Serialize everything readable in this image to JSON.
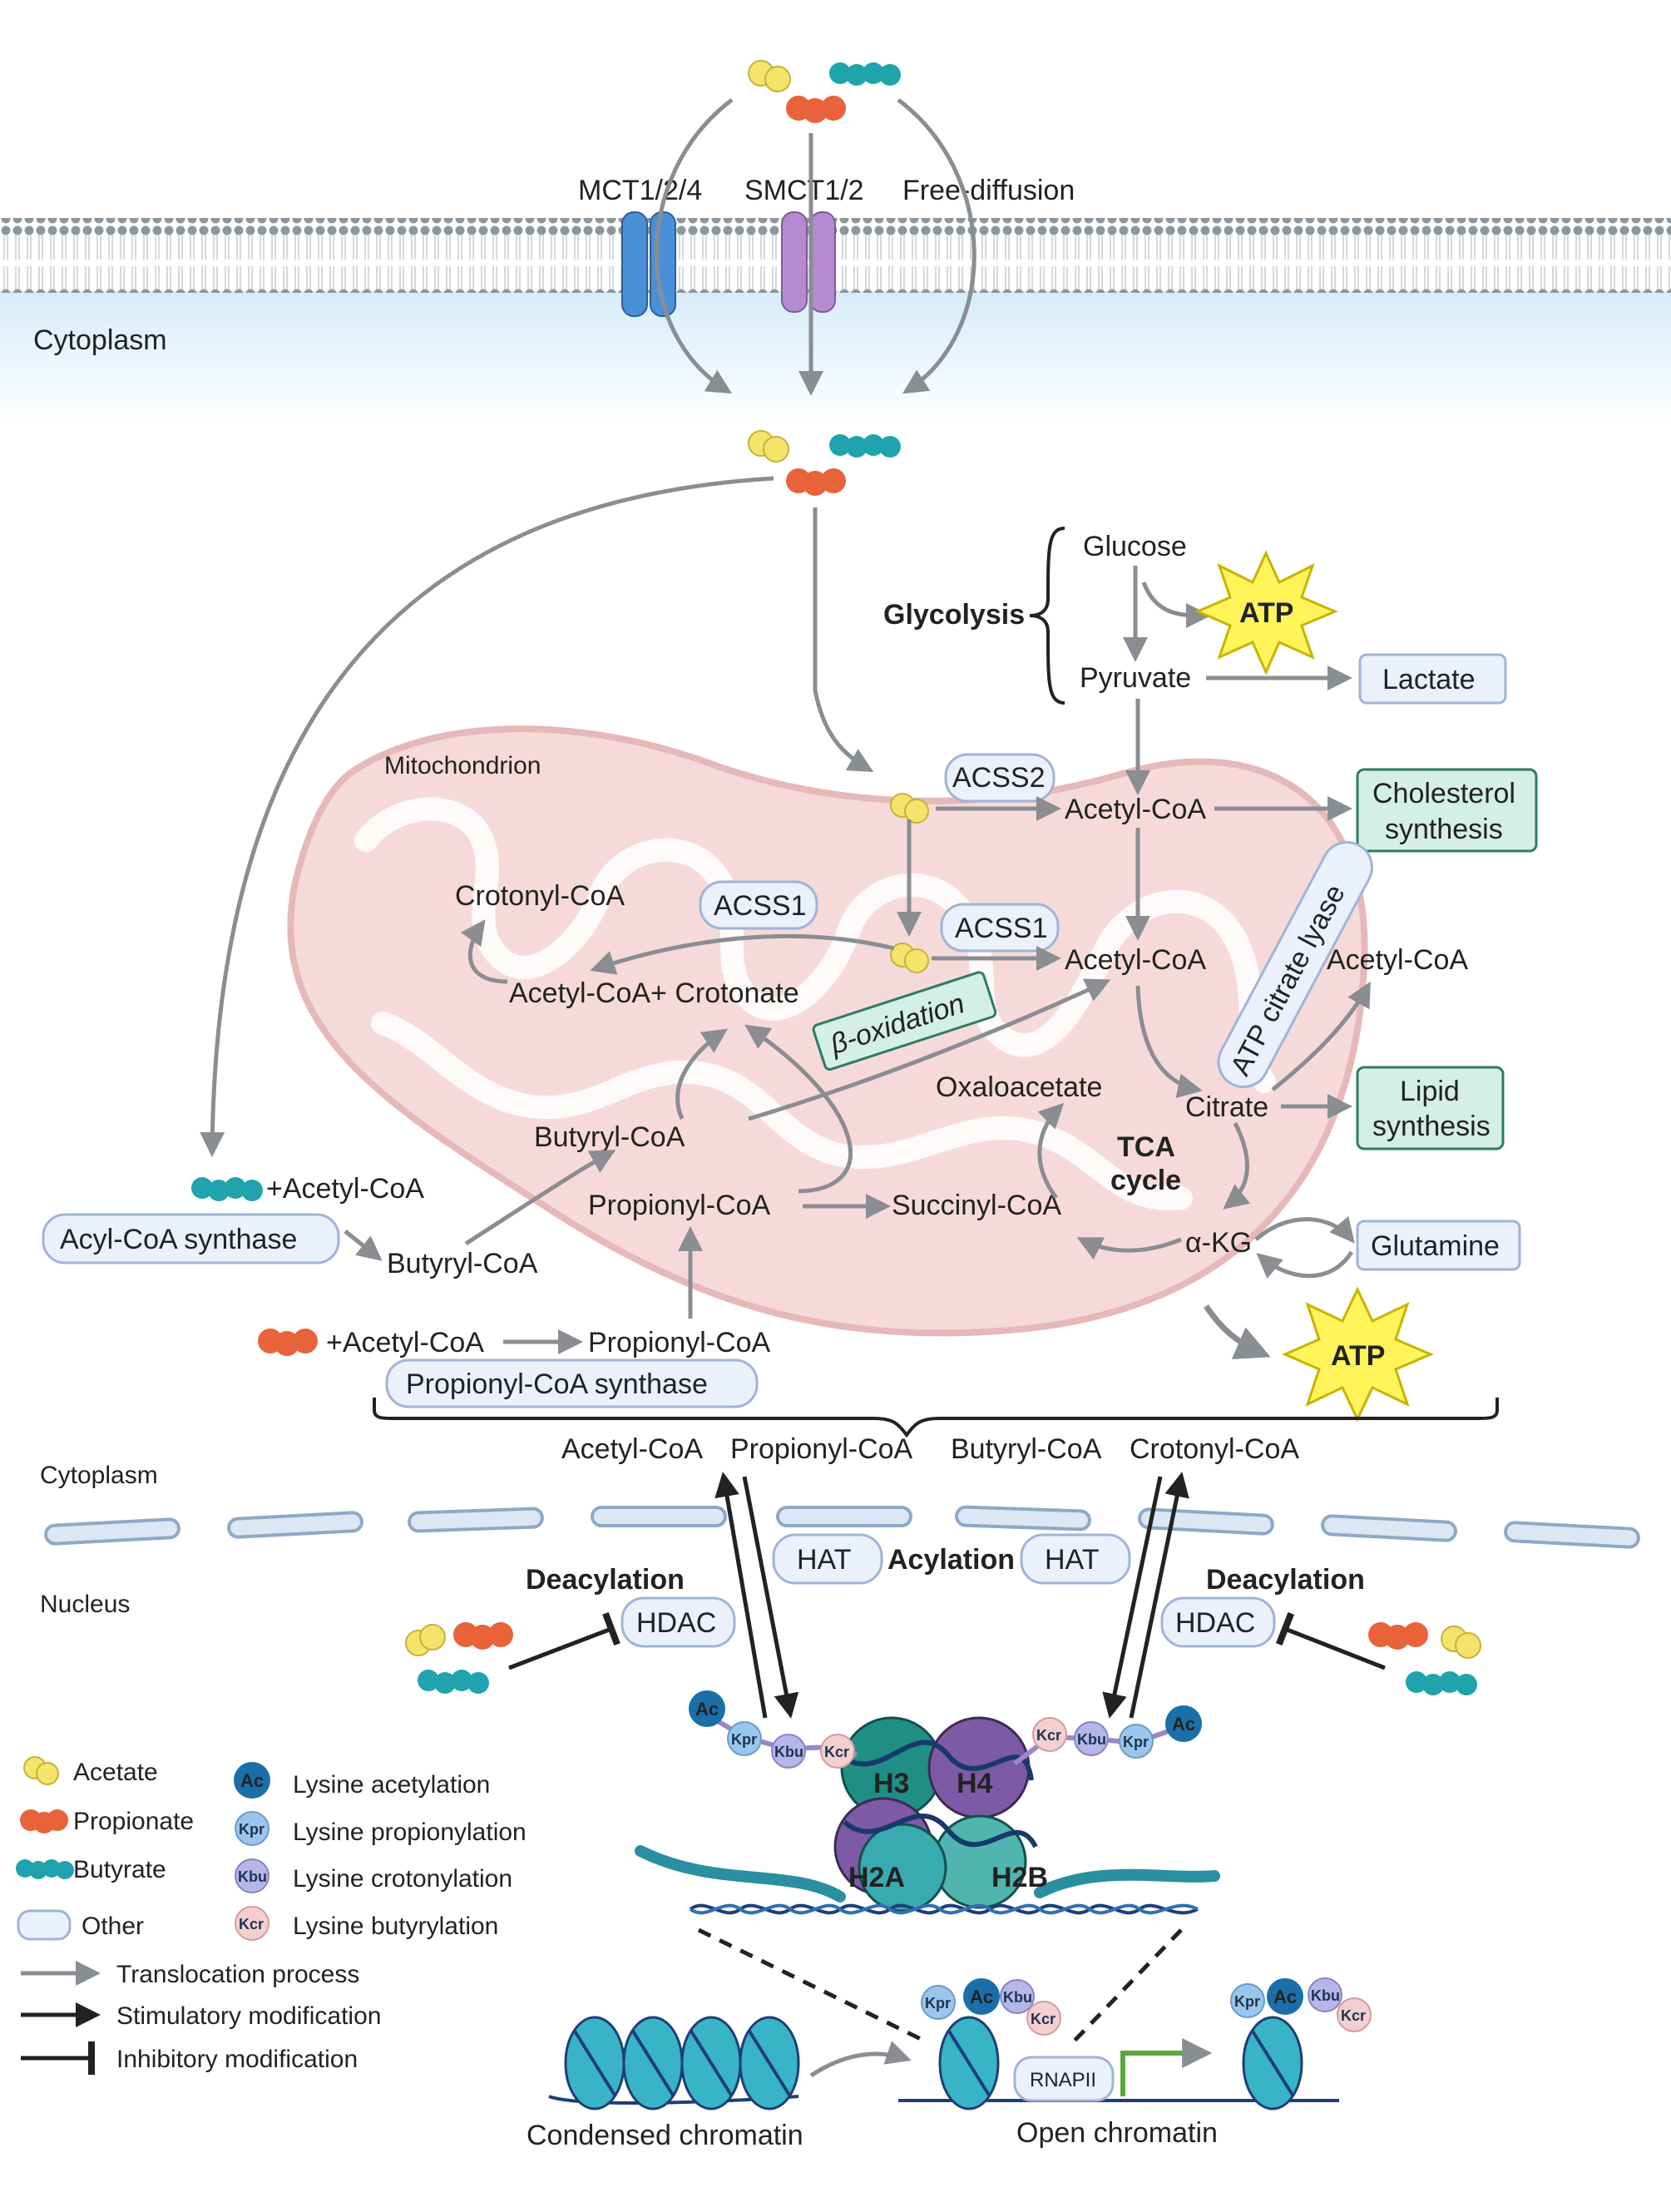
{
  "membrane": {
    "transporters": [
      "MCT1/2/4",
      "SMCT1/2",
      "Free-diffusion"
    ],
    "cytoplasm_label": "Cytoplasm"
  },
  "mitochondrion": {
    "label": "Mitochondrion",
    "crotonyl_coa": "Crotonyl-CoA",
    "acetyl_plus_crotonate": "Acetyl-CoA+ Crotonate",
    "acss1_left": "ACSS1",
    "acss1_right": "ACSS1",
    "acss2": "ACSS2",
    "acetyl_coa_top": "Acetyl-CoA",
    "acetyl_coa_mid": "Acetyl-CoA",
    "beta_oxidation": "β-oxidation",
    "butyryl_coa_in": "Butyryl-CoA",
    "propionyl_coa_in": "Propionyl-CoA",
    "succinyl_coa": "Succinyl-CoA",
    "oxaloacetate": "Oxaloacetate",
    "tca_cycle": "TCA\ncycle",
    "tca_line1": "TCA",
    "tca_line2": "cycle",
    "citrate": "Citrate",
    "akg": "α-KG",
    "atp_citrate_lyase": "ATP citrate lyase",
    "acetyl_coa_out": "Acetyl-CoA"
  },
  "glycolysis": {
    "label": "Glycolysis",
    "glucose": "Glucose",
    "pyruvate": "Pyruvate",
    "atp": "ATP",
    "lactate": "Lactate"
  },
  "outputs": {
    "cholesterol_1": "Cholesterol",
    "cholesterol_2": "synthesis",
    "lipid_1": "Lipid",
    "lipid_2": "synthesis",
    "glutamine": "Glutamine",
    "atp_bottom": "ATP"
  },
  "cytoplasm_side": {
    "plus_acetyl_coa_1": "+Acetyl-CoA",
    "acyl_coa_synthase": "Acyl-CoA synthase",
    "butyryl_coa_out": "Butyryl-CoA",
    "plus_acetyl_coa_2": "+Acetyl-CoA",
    "propionyl_coa_out": "Propionyl-CoA",
    "propionyl_coa_synthase": "Propionyl-CoA synthase"
  },
  "acyl_coa_list": [
    "Acetyl-CoA",
    "Propionyl-CoA",
    "Butyryl-CoA",
    "Crotonyl-CoA"
  ],
  "nucleus": {
    "cytoplasm_label": "Cytoplasm",
    "nucleus_label": "Nucleus",
    "deacylation_left": "Deacylation",
    "deacylation_right": "Deacylation",
    "hdac_left": "HDAC",
    "hdac_right": "HDAC",
    "hat_left": "HAT",
    "hat_right": "HAT",
    "acylation": "Acylation",
    "histones": [
      "H3",
      "H4",
      "H2A",
      "H2B"
    ],
    "marks": {
      "ac": "Ac",
      "kpr": "Kpr",
      "kbu": "Kbu",
      "kcr": "Kcr"
    },
    "rnapii": "RNAPII",
    "condensed": "Condensed chromatin",
    "open": "Open chromatin"
  },
  "legend": {
    "acetate": "Acetate",
    "propionate": "Propionate",
    "butyrate": "Butyrate",
    "other": "Other",
    "lys_ac": "Lysine acetylation",
    "lys_pr": "Lysine propionylation",
    "lys_cr": "Lysine crotonylation",
    "lys_bu": "Lysine butyrylation",
    "translocation": "Translocation process",
    "stimulatory": "Stimulatory modification",
    "inhibitory": "Inhibitory modification"
  },
  "colors": {
    "acetate": "#f5e36a",
    "propionate": "#e8623a",
    "butyrate": "#1fa3ad",
    "box_fill": "#eaf1fb",
    "box_stroke": "#9fb4d6",
    "green_box": "#d3efe6",
    "green_stroke": "#2f7a62",
    "mito": "#f3d3d3",
    "atp": "#fff45a"
  }
}
